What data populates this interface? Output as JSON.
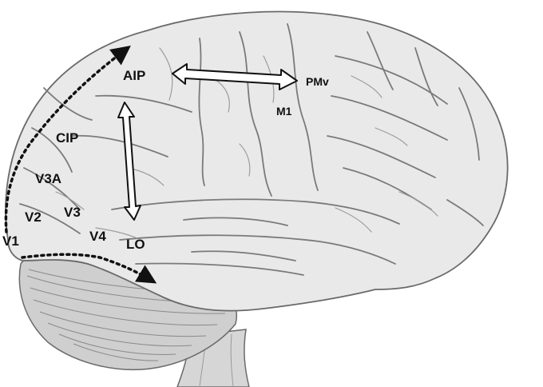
{
  "diagram": {
    "colors": {
      "cortex_fill": "#e9e9e9",
      "cortex_stroke": "#6a6a6a",
      "sulcus": "#8a8a8a",
      "cerebellum_fill": "#cfcfcf",
      "brainstem_fill": "#d6d6d6",
      "pathway": "#111111",
      "arrow_fill": "#ffffff",
      "arrow_stroke": "#111111",
      "label": "#111111"
    },
    "pathways": {
      "dorsal": "dotted arrow from V1 toward AIP",
      "ventral": "dotted arrow from V1 toward LO"
    },
    "connections": [
      {
        "from": "AIP",
        "to": "PMv",
        "style": "double-headed hollow arrow"
      },
      {
        "from": "AIP",
        "to": "LO",
        "style": "double-headed hollow arrow"
      }
    ],
    "labels": {
      "aip": "AIP",
      "pmv": "PMv",
      "m1": "M1",
      "cip": "CIP",
      "v3a": "V3A",
      "v2": "V2",
      "v3": "V3",
      "v1": "V1",
      "v4": "V4",
      "lo": "LO"
    }
  }
}
